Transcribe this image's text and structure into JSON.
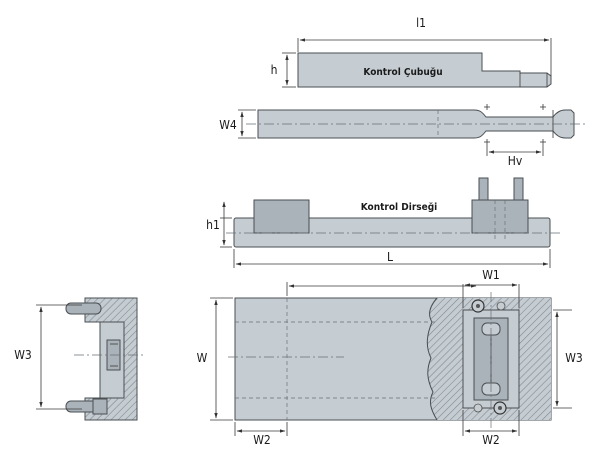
{
  "labels": {
    "l1": "l1",
    "h": "h",
    "control_rod": "Kontrol Çubuğu",
    "w4": "W4",
    "hv": "Hv",
    "h1": "h1",
    "control_bracket": "Kontrol Dirseği",
    "l": "L",
    "w1": "W1",
    "w": "W",
    "w3_left": "W3",
    "w3_right": "W3",
    "w2_left": "W2",
    "w2_right": "W2"
  },
  "colors": {
    "part_fill": "#c6cdd2",
    "part_dark": "#aab3b9",
    "outline": "#4a4f53",
    "hatch": "#9aa4ab"
  }
}
